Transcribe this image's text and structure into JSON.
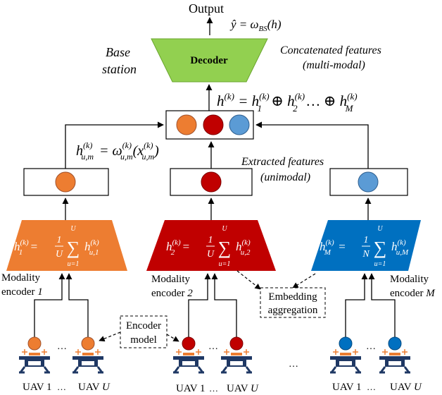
{
  "output_label": "Output",
  "output_formula": "ŷ = ω_BS(h)",
  "base_station": [
    "Base",
    "station"
  ],
  "decoder_label": "Decoder",
  "concat_caption": [
    "Concatenated features",
    "(multi-modal)"
  ],
  "concat_formula": "h^(k) = h_1^(k) ⊕ h_2^(k) … ⊕ h_M^(k)",
  "embedding_formula": "h_u,m^(k) = ω_u,m^(k)(x_u,m^(k))",
  "extracted_caption": [
    "Extracted features",
    "(unimodal)"
  ],
  "encoders": [
    {
      "formula": "h_1^(k) = (1/U) Σ_{u=1}^{U} h_u,1^(k)",
      "color": "#ed7d31",
      "caption": [
        "Modality",
        "encoder 1"
      ],
      "uavs": [
        "UAV 1",
        "UAV U"
      ]
    },
    {
      "formula": "h_2^(k) = (1/U) Σ_{u=1}^{U} h_u,2^(k)",
      "color": "#c00000",
      "caption": [
        "Modality",
        "encoder 2"
      ],
      "uavs": [
        "UAV 1",
        "UAV U"
      ]
    },
    {
      "formula": "h_M^(k) = (1/N) Σ_{u=1}^{U} h_u,M^(k)",
      "color": "#0070c0",
      "caption": [
        "Modality",
        "encoder M"
      ],
      "uavs": [
        "UAV 1",
        "UAV U"
      ]
    }
  ],
  "encoder_model_label": [
    "Encoder",
    "model"
  ],
  "embedding_aggregation_label": [
    "Embedding",
    "aggregation"
  ],
  "colors": {
    "orange": "#ed7d31",
    "red": "#c00000",
    "blue": "#0070c0",
    "green": "#92d050",
    "node_blue": "#5b9bd5"
  },
  "ellipsis": "…"
}
